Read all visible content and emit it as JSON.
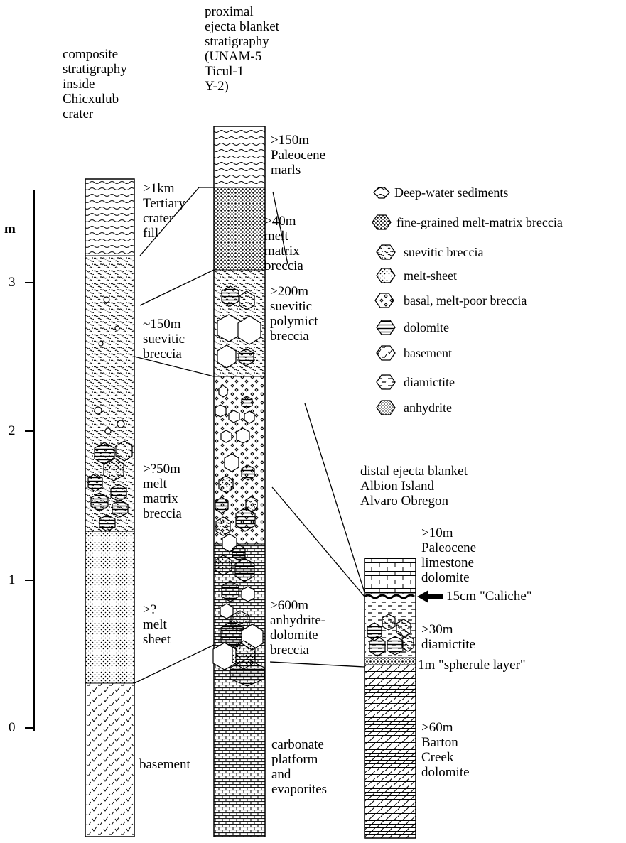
{
  "axis": {
    "unit": "m",
    "ticks": [
      "0",
      "1",
      "2",
      "3"
    ]
  },
  "columns": {
    "composite": {
      "heading": "composite\nstratigraphy\ninside\nChicxulub\ncrater",
      "units": [
        ">1km\nTertiary\ncrater\nfill",
        "~150m\nsuevitic\nbreccia",
        ">?50m\nmelt\nmatrix\nbreccia",
        ">?\nmelt\nsheet",
        "basement"
      ]
    },
    "proximal": {
      "heading": "proximal\nejecta blanket\nstratigraphy\n(UNAM-5\nTicul-1\nY-2)",
      "units": [
        ">150m\nPaleocene\nmarls",
        ">40m\nmelt\nmatrix\nbreccia",
        ">200m\nsuevitic\npolymict\nbreccia",
        ">600m\nanhydrite-\ndolomite\nbreccia",
        "carbonate\nplatform\nand\nevaporites"
      ]
    },
    "distal": {
      "heading": "distal ejecta blanket\nAlbion Island\nAlvaro Obregon",
      "units": [
        ">10m\nPaleocene\nlimestone\ndolomite",
        "15cm \"Caliche\"",
        ">30m\ndiamictite",
        "1m \"spherule layer\"",
        ">60m\nBarton\nCreek\ndolomite"
      ]
    }
  },
  "legend": [
    {
      "icon": "wavy-hexagon-icon",
      "label": "Deep-water sediments"
    },
    {
      "icon": "dark-stipple-hexagon-icon",
      "label": "fine-grained melt-matrix breccia"
    },
    {
      "icon": "dotted-hexagon-icon",
      "label": "suevitic breccia"
    },
    {
      "icon": "stipple-hexagon-icon",
      "label": "melt-sheet"
    },
    {
      "icon": "clast-hexagon-icon",
      "label": "basal, melt-poor breccia"
    },
    {
      "icon": "hlines-hexagon-icon",
      "label": "dolomite"
    },
    {
      "icon": "check-hexagon-icon",
      "label": "basement"
    },
    {
      "icon": "dash-hexagon-icon",
      "label": "diamictite"
    },
    {
      "icon": "dense-stipple-hexagon-icon",
      "label": "anhydrite"
    }
  ]
}
